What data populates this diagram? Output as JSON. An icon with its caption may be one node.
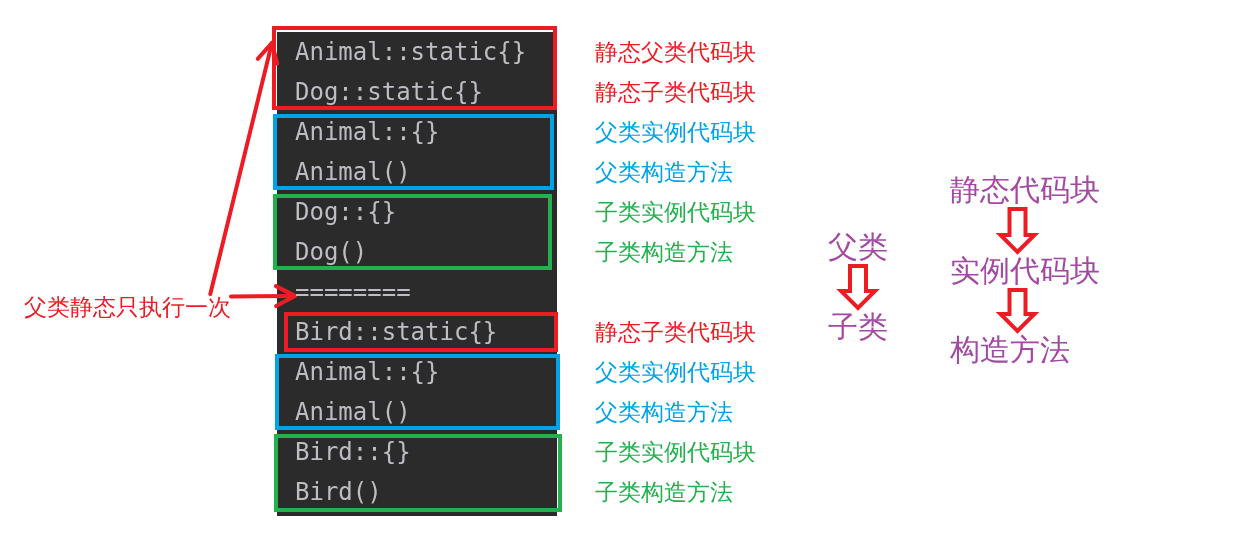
{
  "diagram": {
    "nodes": [
      {
        "text": [
          "Animal::static{}",
          "Dog::static{}"
        ],
        "beside": [
          "静态父类代码块",
          "静态子类代码块"
        ]
      },
      {
        "text": [
          "Animal::{}",
          "Animal()"
        ],
        "beside": [
          "父类实例代码块",
          "父类构造方法"
        ]
      },
      {
        "text": [
          "Dog::{}",
          "Dog()"
        ],
        "beside": [
          "子类实例代码块",
          "子类构造方法"
        ]
      },
      {
        "text": [
          "========"
        ]
      },
      {
        "text": [
          "Bird::static{}"
        ],
        "beside": [
          "静态子类代码块"
        ]
      },
      {
        "text": [
          "Animal::{}",
          "Animal()"
        ],
        "beside": [
          "父类实例代码块",
          "父类构造方法"
        ]
      },
      {
        "text": [
          "Bird::{}",
          "Bird()"
        ],
        "beside": [
          "子类实例代码块",
          "子类构造方法"
        ]
      },
      {
        "text": [
          "父类静态只执行一次"
        ]
      },
      {
        "text": [
          "父类"
        ]
      },
      {
        "text": [
          "子类"
        ]
      },
      {
        "text": [
          "静态代码块"
        ]
      },
      {
        "text": [
          "实例代码块"
        ]
      },
      {
        "text": [
          "构造方法"
        ]
      }
    ],
    "edges": [
      {
        "from": 7,
        "to": 0,
        "arrow": "to"
      },
      {
        "from": 7,
        "to": 3,
        "arrow": "to"
      },
      {
        "from": 8,
        "to": 9,
        "arrow": "to"
      },
      {
        "from": 10,
        "to": 11,
        "arrow": "to"
      },
      {
        "from": 11,
        "to": 12,
        "arrow": "to"
      }
    ]
  }
}
